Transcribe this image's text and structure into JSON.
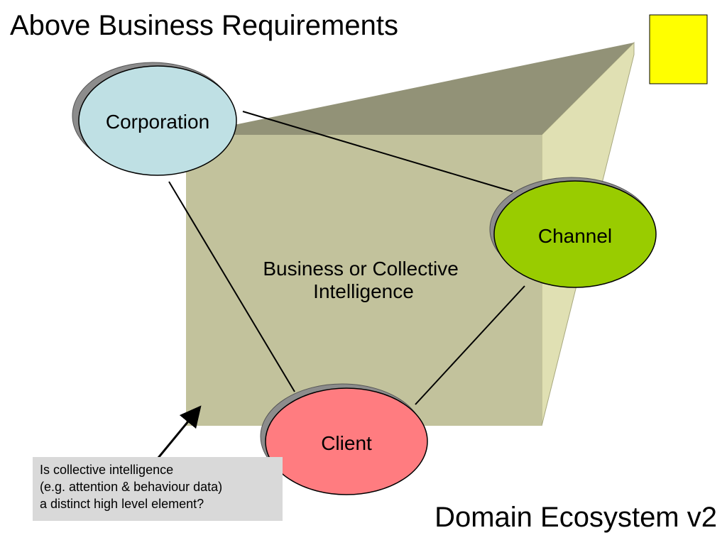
{
  "title": "Above Business Requirements",
  "subtitle": "Domain Ecosystem v2",
  "center_label": [
    "Business or Collective",
    "Intelligence"
  ],
  "nodes": {
    "corporation": {
      "label": "Corporation",
      "color": "#bfe0e4"
    },
    "channel": {
      "label": "Channel",
      "color": "#99cc00"
    },
    "client": {
      "label": "Client",
      "color": "#ff7c80"
    }
  },
  "note": {
    "lines": [
      "Is collective intelligence",
      "(e.g. attention & behaviour data)",
      "a distinct high level element?"
    ]
  },
  "colors": {
    "box_front": "#c2c29c",
    "box_top": "#929277",
    "box_side": "#e0e0b3",
    "marker": "#ffff00",
    "note_bg": "#d9d9d9"
  }
}
